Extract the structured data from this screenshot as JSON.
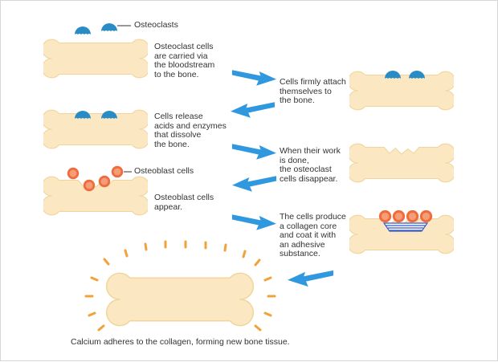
{
  "colors": {
    "bone_fill": "#fbe8c3",
    "bone_stroke": "#f1d59c",
    "osteoclast": "#2a8cc5",
    "osteoblast_outer": "#ef6c3c",
    "osteoblast_inner": "#f49d78",
    "arrow": "#2f98de",
    "collagen": "#3659c8",
    "calcium": "#f2a23a",
    "text": "#333333"
  },
  "labels": {
    "osteoclasts": "Osteoclasts",
    "step1": "Osteoclast cells\nare carried via\nthe bloodstream\nto the bone.",
    "step2": "Cells firmly attach\nthemselves to\nthe bone.",
    "step3": "Cells release\nacids and enzymes\nthat dissolve\nthe bone.",
    "step4": "When their work\nis done,\nthe osteoclast\ncells disappear.",
    "osteoblast_cells": "Osteoblast cells",
    "step5": "Osteoblast cells\nappear.",
    "step6": "The cells produce\na collagen core\nand coat it with\nan adhesive\nsubstance.",
    "final": "Calcium adheres to the collagen, forming new bone tissue."
  }
}
